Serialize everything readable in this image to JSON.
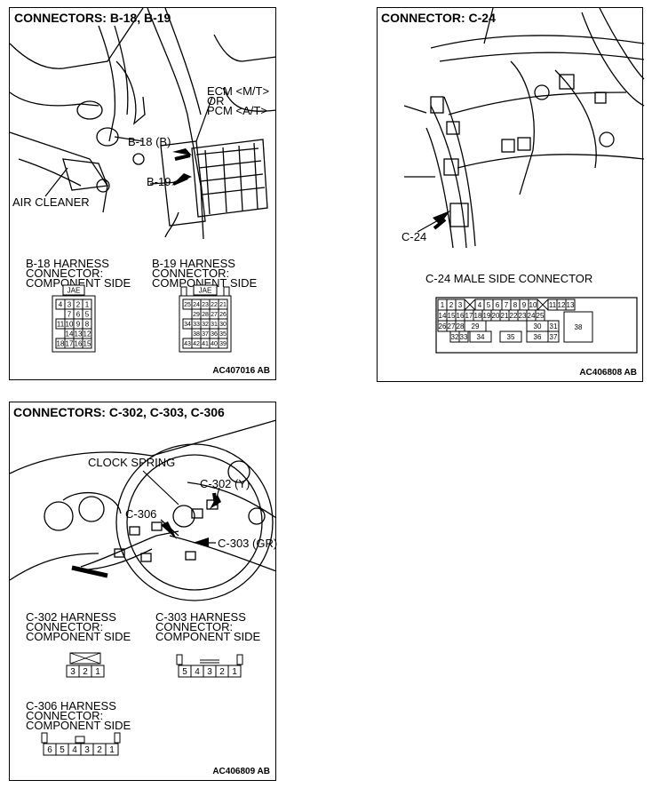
{
  "panel1": {
    "title": "CONNECTORS: B-18, B-19",
    "code": "AC407016 AB",
    "callouts": {
      "ecm": "ECM <M/T>\nOR\nPCM <A/T>",
      "b18": "B-18 (B)",
      "b19": "B-19",
      "air_cleaner": "AIR CLEANER"
    },
    "b18_caption": "B-18 HARNESS\nCONNECTOR:\nCOMPONENT SIDE",
    "b19_caption": "B-19 HARNESS\nCONNECTOR:\nCOMPONENT SIDE",
    "b18_pins": [
      "JAE",
      "4",
      "3",
      "2",
      "1",
      "7",
      "6",
      "5",
      "11",
      "10",
      "9",
      "8",
      "14",
      "13",
      "12",
      "18",
      "17",
      "16",
      "15"
    ],
    "b19_pins": [
      "JAE",
      "25",
      "24",
      "23",
      "22",
      "21",
      "29",
      "28",
      "27",
      "26",
      "34",
      "33",
      "32",
      "31",
      "30",
      "38",
      "37",
      "36",
      "35",
      "43",
      "42",
      "41",
      "40",
      "39"
    ]
  },
  "panel2": {
    "title": "CONNECTOR: C-24",
    "code": "AC406808 AB",
    "callout": "C-24",
    "caption": "C-24 MALE SIDE CONNECTOR",
    "pins": [
      "1",
      "2",
      "3",
      "4",
      "5",
      "6",
      "7",
      "8",
      "9",
      "10",
      "11",
      "12",
      "13",
      "14",
      "15",
      "16",
      "17",
      "18",
      "19",
      "20",
      "21",
      "22",
      "23",
      "24",
      "25",
      "26",
      "27",
      "28",
      "29",
      "30",
      "31",
      "38",
      "32",
      "33",
      "34",
      "35",
      "36",
      "37"
    ]
  },
  "panel3": {
    "title": "CONNECTORS: C-302, C-303, C-306",
    "code": "AC406809 AB",
    "callouts": {
      "clock_spring": "CLOCK SPRING",
      "c302": "C-302 (Y)",
      "c306": "C-306",
      "c303": "C-303 (GR)"
    },
    "c302_caption": "C-302 HARNESS\nCONNECTOR:\nCOMPONENT SIDE",
    "c303_caption": "C-303 HARNESS\nCONNECTOR:\nCOMPONENT SIDE",
    "c306_caption": "C-306 HARNESS\nCONNECTOR:\nCOMPONENT SIDE",
    "c302_pins": [
      "3",
      "2",
      "1"
    ],
    "c303_pins": [
      "5",
      "4",
      "3",
      "2",
      "1"
    ],
    "c306_pins": [
      "6",
      "5",
      "4",
      "3",
      "2",
      "1"
    ]
  }
}
